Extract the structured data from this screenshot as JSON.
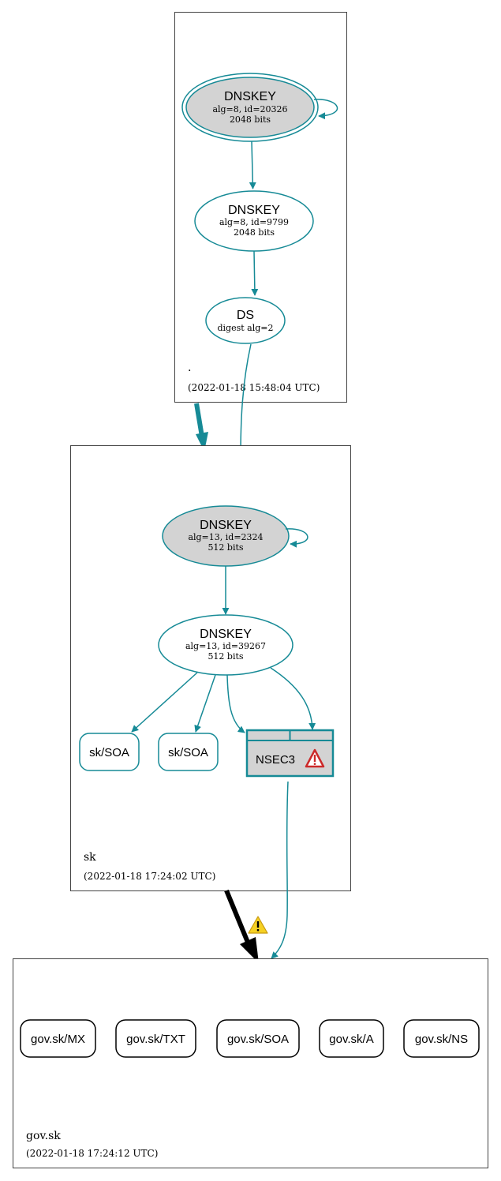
{
  "colors": {
    "accent": "#168a96",
    "key_fill": "#d3d3d3",
    "warning_yellow": "#f5d023",
    "warning_red": "#cc2a2a"
  },
  "zones": {
    "root": {
      "name": ".",
      "timestamp": "(2022-01-18 15:48:04 UTC)"
    },
    "sk": {
      "name": "sk",
      "timestamp": "(2022-01-18 17:24:02 UTC)"
    },
    "govsk": {
      "name": "gov.sk",
      "timestamp": "(2022-01-18 17:24:12 UTC)"
    }
  },
  "nodes": {
    "root_ksk": {
      "title": "DNSKEY",
      "line1": "alg=8, id=20326",
      "line2": "2048 bits"
    },
    "root_zsk": {
      "title": "DNSKEY",
      "line1": "alg=8, id=9799",
      "line2": "2048 bits"
    },
    "sk_ds": {
      "title": "DS",
      "line1": "digest alg=2"
    },
    "sk_ksk": {
      "title": "DNSKEY",
      "line1": "alg=13, id=2324",
      "line2": "512 bits"
    },
    "sk_zsk": {
      "title": "DNSKEY",
      "line1": "alg=13, id=39267",
      "line2": "512 bits"
    },
    "sk_soa_1": {
      "label": "sk/SOA"
    },
    "sk_soa_2": {
      "label": "sk/SOA"
    },
    "sk_nsec3": {
      "label": "NSEC3",
      "icon": "warning-icon"
    }
  },
  "gov_records": [
    {
      "label": "gov.sk/MX"
    },
    {
      "label": "gov.sk/TXT"
    },
    {
      "label": "gov.sk/SOA"
    },
    {
      "label": "gov.sk/A"
    },
    {
      "label": "gov.sk/NS"
    }
  ],
  "delegation_warning": {
    "icon": "warning-icon"
  }
}
